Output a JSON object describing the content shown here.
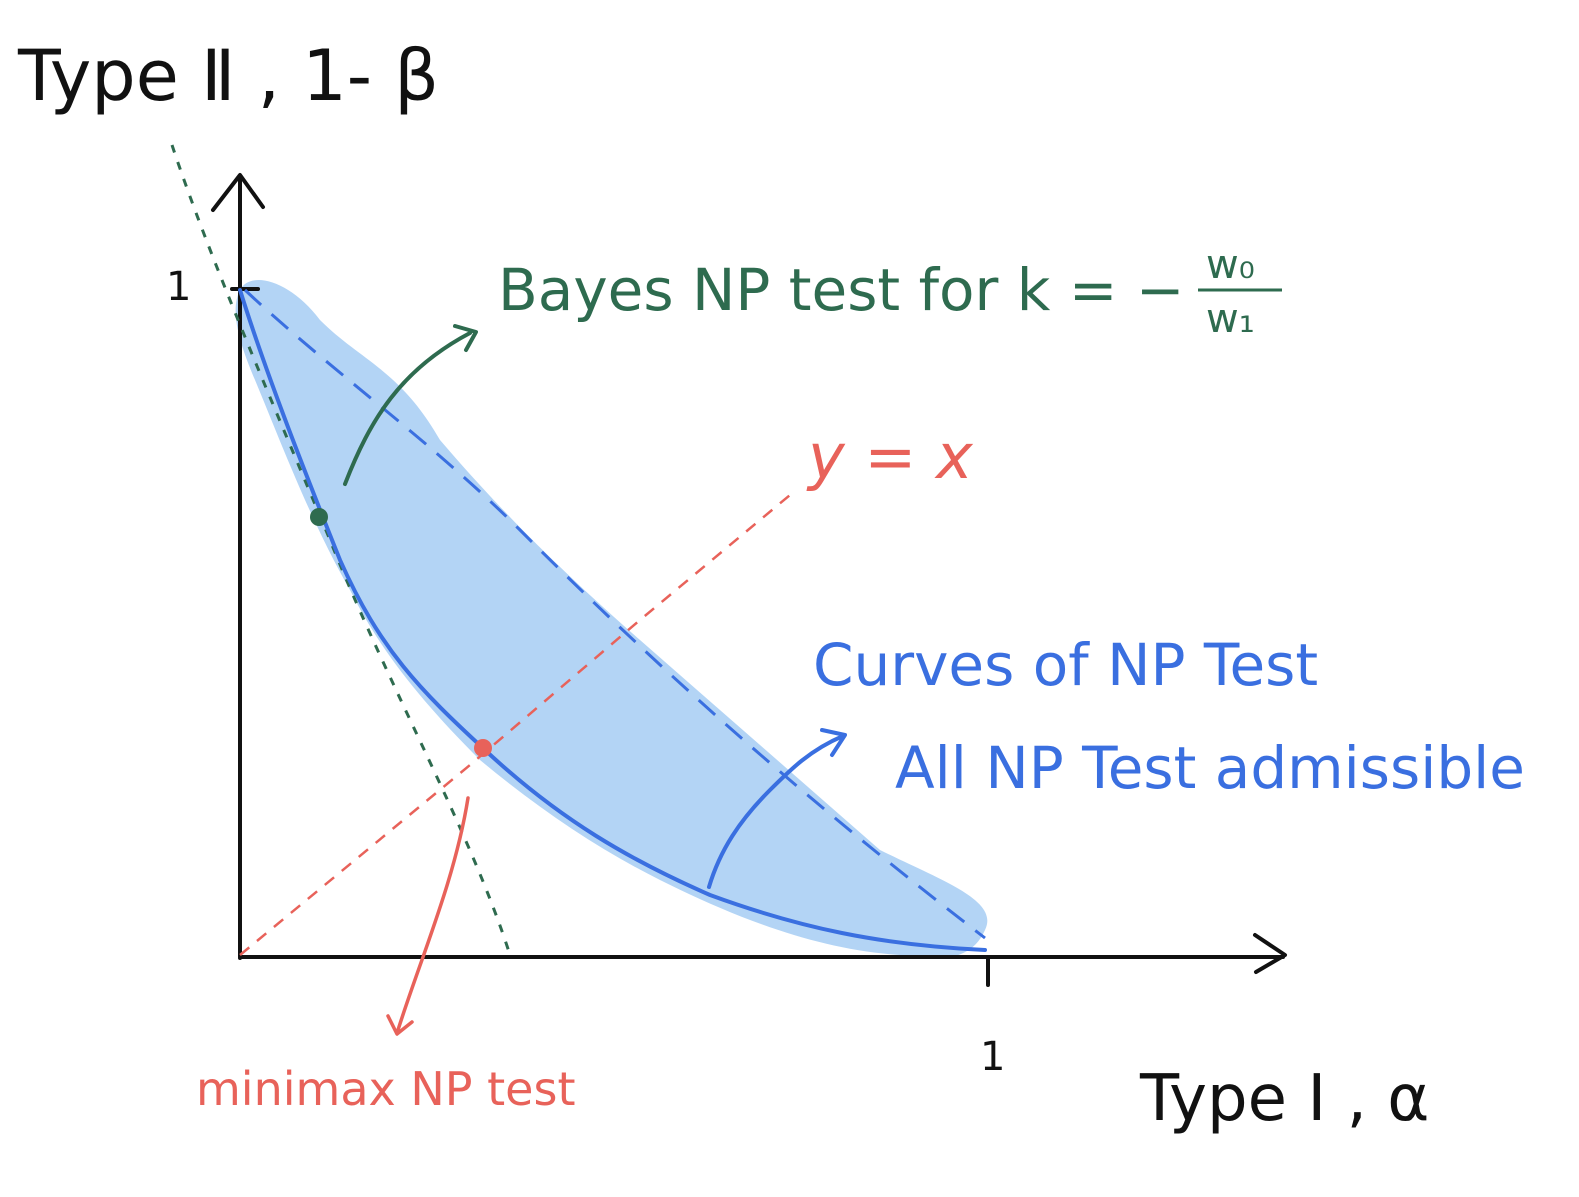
{
  "labels": {
    "y_axis_title": "Type Ⅱ , 1- β",
    "x_axis_title": "Type Ⅰ , α",
    "y_tick_one": "1",
    "x_tick_one": "1",
    "bayes_label_prefix": "Bayes NP test  for  k = −",
    "bayes_frac_num": "w₀",
    "bayes_frac_den": "w₁",
    "identity_line_label": "y = x",
    "curves_label": "Curves of NP Test",
    "admissible_label": "All NP Test admissible",
    "minimax_label": "minimax NP test"
  },
  "colors": {
    "axis": "#111111",
    "region_fill": "#b3d4f5",
    "np_curve": "#3a6fe0",
    "bayes": "#2e6b4f",
    "identity": "#e8625a",
    "minimax_point": "#e8625a",
    "bayes_point": "#2e6b4f"
  }
}
